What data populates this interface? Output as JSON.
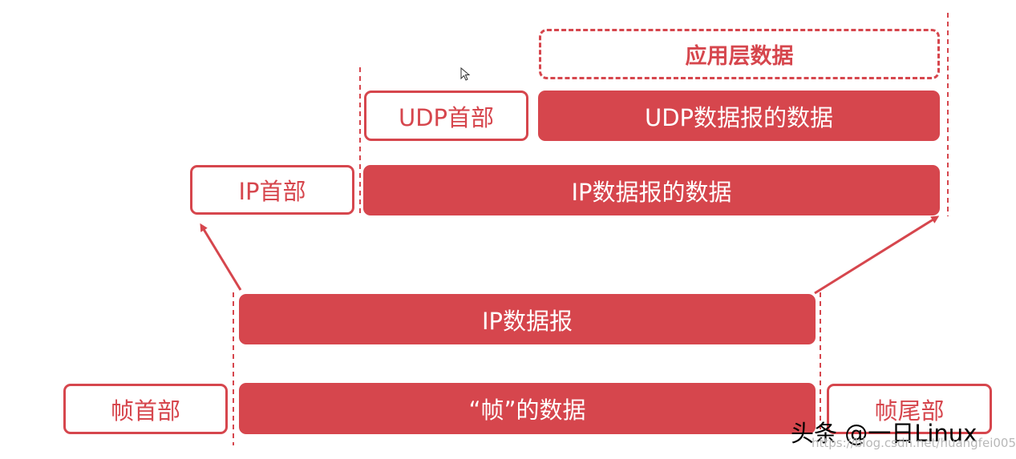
{
  "diagram": {
    "app_data_label": "应用层数据",
    "udp_header_label": "UDP首部",
    "udp_data_label": "UDP数据报的数据",
    "ip_header_label": "IP首部",
    "ip_data_label": "IP数据报的数据",
    "ip_datagram_label": "IP数据报",
    "frame_header_label": "帧首部",
    "frame_data_label": "“帧”的数据",
    "frame_trailer_label": "帧尾部"
  },
  "watermark": {
    "text": "头条 @一日Linux",
    "url": "https://blog.csdn.net/huangfei005"
  },
  "colors": {
    "accent": "#d6464d",
    "background": "#ffffff"
  }
}
